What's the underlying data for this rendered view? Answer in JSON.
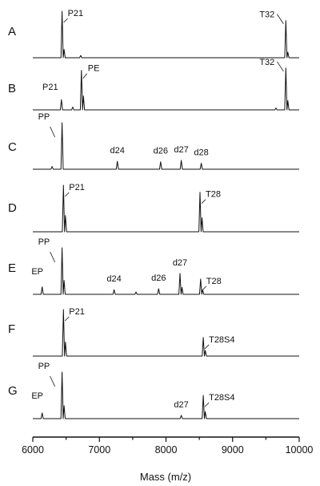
{
  "chart_data": {
    "type": "line",
    "title": "",
    "xlabel": "Mass (m/z)",
    "ylabel": "",
    "xlim": [
      6000,
      10000
    ],
    "xticks": [
      6000,
      7000,
      8000,
      9000,
      10000
    ],
    "grid": false,
    "legend": "none",
    "panels": [
      {
        "id": "A",
        "peaks": [
          {
            "mz": 6440,
            "intensity": 1.0,
            "label": "P21"
          },
          {
            "mz": 6470,
            "intensity": 0.18,
            "label": ""
          },
          {
            "mz": 6720,
            "intensity": 0.05,
            "label": ""
          },
          {
            "mz": 9800,
            "intensity": 0.8,
            "label": "T32"
          },
          {
            "mz": 9830,
            "intensity": 0.12,
            "label": ""
          }
        ]
      },
      {
        "id": "B",
        "peaks": [
          {
            "mz": 6430,
            "intensity": 0.22,
            "label": "P21"
          },
          {
            "mz": 6600,
            "intensity": 0.06,
            "label": ""
          },
          {
            "mz": 6730,
            "intensity": 0.85,
            "label": "PE"
          },
          {
            "mz": 6760,
            "intensity": 0.3,
            "label": ""
          },
          {
            "mz": 9650,
            "intensity": 0.04,
            "label": ""
          },
          {
            "mz": 9800,
            "intensity": 0.9,
            "label": "T32"
          },
          {
            "mz": 9830,
            "intensity": 0.2,
            "label": ""
          }
        ]
      },
      {
        "id": "C",
        "peaks": [
          {
            "mz": 6290,
            "intensity": 0.06,
            "label": ""
          },
          {
            "mz": 6440,
            "intensity": 1.0,
            "label": "PP"
          },
          {
            "mz": 7270,
            "intensity": 0.17,
            "label": "d24"
          },
          {
            "mz": 7920,
            "intensity": 0.16,
            "label": "d26"
          },
          {
            "mz": 8230,
            "intensity": 0.19,
            "label": "d27"
          },
          {
            "mz": 8530,
            "intensity": 0.13,
            "label": "d28"
          }
        ]
      },
      {
        "id": "D",
        "peaks": [
          {
            "mz": 6460,
            "intensity": 1.0,
            "label": "P21"
          },
          {
            "mz": 6490,
            "intensity": 0.35,
            "label": ""
          },
          {
            "mz": 8510,
            "intensity": 0.85,
            "label": "T28"
          },
          {
            "mz": 8540,
            "intensity": 0.3,
            "label": ""
          }
        ]
      },
      {
        "id": "E",
        "peaks": [
          {
            "mz": 6140,
            "intensity": 0.16,
            "label": "EP"
          },
          {
            "mz": 6440,
            "intensity": 1.0,
            "label": "PP"
          },
          {
            "mz": 6470,
            "intensity": 0.3,
            "label": ""
          },
          {
            "mz": 7220,
            "intensity": 0.1,
            "label": "d24"
          },
          {
            "mz": 7550,
            "intensity": 0.05,
            "label": ""
          },
          {
            "mz": 7890,
            "intensity": 0.12,
            "label": "d26"
          },
          {
            "mz": 8210,
            "intensity": 0.45,
            "label": "d27"
          },
          {
            "mz": 8240,
            "intensity": 0.15,
            "label": ""
          },
          {
            "mz": 8520,
            "intensity": 0.33,
            "label": "T28"
          },
          {
            "mz": 8550,
            "intensity": 0.1,
            "label": ""
          }
        ]
      },
      {
        "id": "F",
        "peaks": [
          {
            "mz": 6460,
            "intensity": 1.0,
            "label": "P21"
          },
          {
            "mz": 6490,
            "intensity": 0.3,
            "label": ""
          },
          {
            "mz": 8560,
            "intensity": 0.4,
            "label": "T28S4"
          },
          {
            "mz": 8590,
            "intensity": 0.12,
            "label": ""
          }
        ]
      },
      {
        "id": "G",
        "peaks": [
          {
            "mz": 6140,
            "intensity": 0.12,
            "label": "EP"
          },
          {
            "mz": 6440,
            "intensity": 1.0,
            "label": "PP"
          },
          {
            "mz": 6470,
            "intensity": 0.28,
            "label": ""
          },
          {
            "mz": 8230,
            "intensity": 0.07,
            "label": "d27"
          },
          {
            "mz": 8560,
            "intensity": 0.5,
            "label": "T28S4"
          },
          {
            "mz": 8590,
            "intensity": 0.15,
            "label": ""
          }
        ]
      }
    ]
  }
}
